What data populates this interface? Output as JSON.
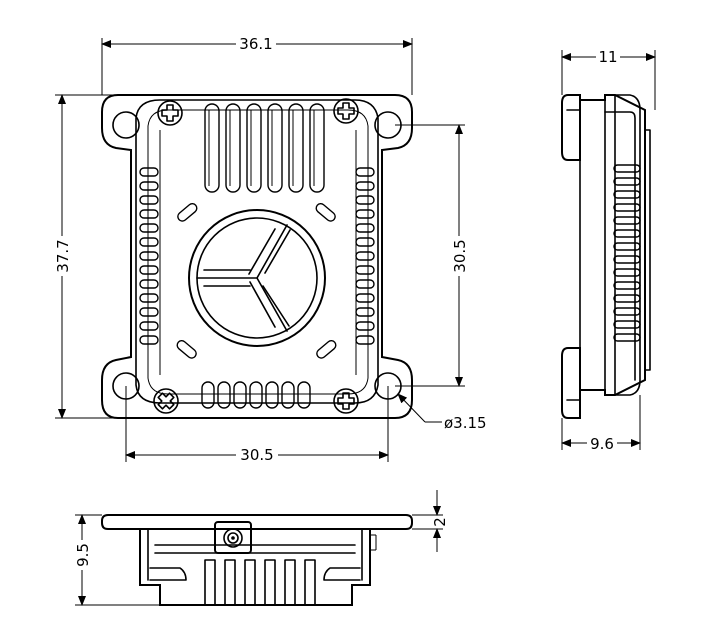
{
  "dimensions": {
    "top_width": "36.1",
    "overall_height": "37.7",
    "hole_spacing_vertical": "30.5",
    "hole_spacing_horizontal": "30.5",
    "hole_diameter": "ø3.15",
    "side_depth_top": "11",
    "side_depth_bottom": "9.6",
    "front_height": "9.5",
    "flange_thickness": "2"
  }
}
